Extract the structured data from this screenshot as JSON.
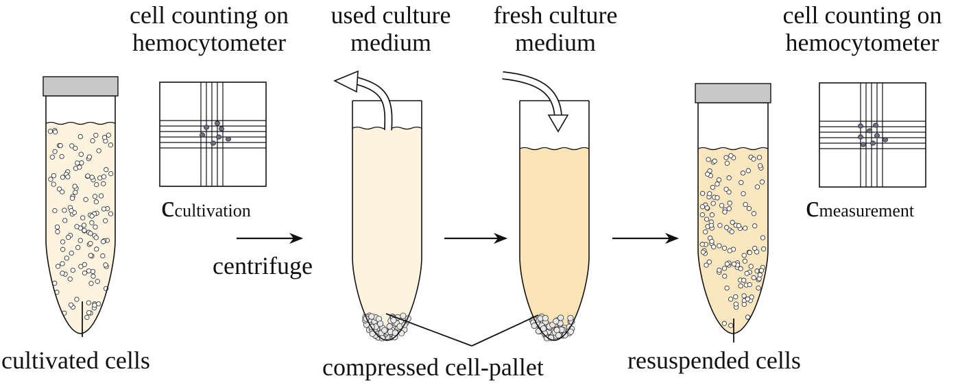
{
  "labels": {
    "count_left": [
      "cell counting on",
      "hemocytometer"
    ],
    "count_right": [
      "cell counting on",
      "hemocytometer"
    ],
    "used_medium": [
      "used culture",
      "medium"
    ],
    "fresh_medium": [
      "fresh culture",
      "medium"
    ],
    "c_cultivation": {
      "main": "c",
      "sub": "cultivation"
    },
    "c_measurement": {
      "main": "c",
      "sub": "measurement"
    },
    "centrifuge": "centrifuge",
    "cultivated_cells": "cultivated cells",
    "compressed_pallet": "compressed cell-pallet",
    "resuspended_cells": "resuspended cells"
  },
  "colors": {
    "ink": "#111111",
    "cap": "#c8c8c8",
    "medium_light": "#fdf3de",
    "medium_fresh": "#fbe4b5",
    "medium_resuspended": "#fbe7bf",
    "hemo_cell": "#6a6f8a"
  }
}
